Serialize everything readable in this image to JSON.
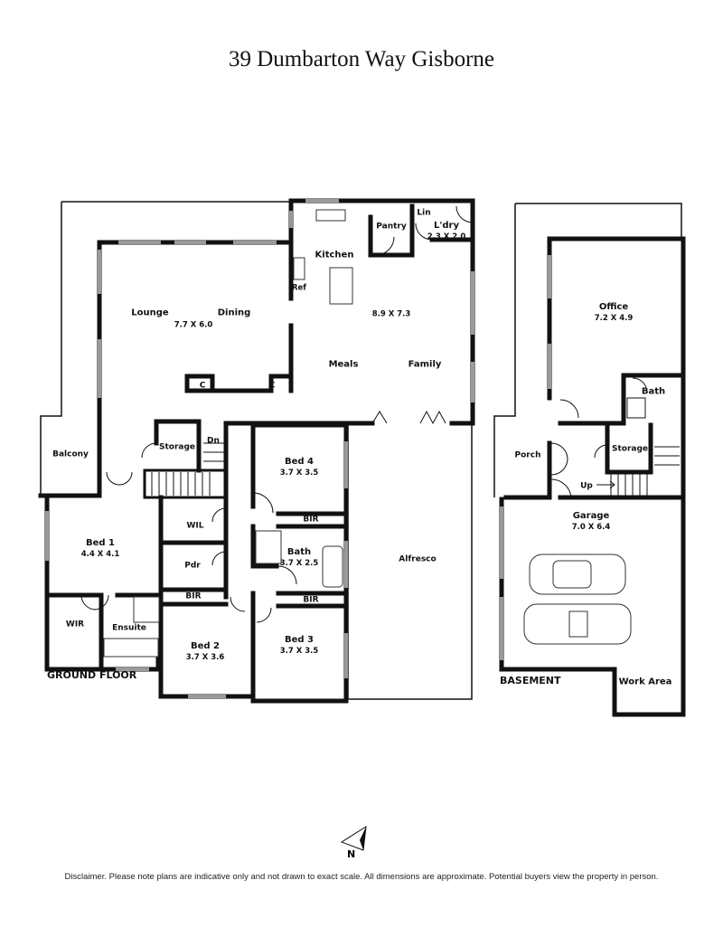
{
  "title": "39 Dumbarton Way Gisborne",
  "floors": {
    "ground": {
      "label": "GROUND FLOOR",
      "rooms": {
        "kitchen": {
          "name": "Kitchen"
        },
        "pantry": {
          "name": "Pantry"
        },
        "lin": {
          "name": "Lin"
        },
        "laundry": {
          "name": "L'dry",
          "dim": "2.3 X 2.0"
        },
        "ref": {
          "name": "Ref"
        },
        "lounge": {
          "name": "Lounge"
        },
        "dining": {
          "name": "Dining"
        },
        "lounge_dining_dim": "7.7 X 6.0",
        "family_dim": "8.9 X 7.3",
        "meals": {
          "name": "Meals"
        },
        "family": {
          "name": "Family"
        },
        "closet_left": {
          "name": "C"
        },
        "closet_right": {
          "name": "C"
        },
        "balcony": {
          "name": "Balcony"
        },
        "storage": {
          "name": "Storage"
        },
        "stairs_down": {
          "name": "Dn"
        },
        "bed4": {
          "name": "Bed 4",
          "dim": "3.7 X 3.5"
        },
        "bir_bed4": {
          "name": "BIR"
        },
        "wil": {
          "name": "WIL"
        },
        "bed1": {
          "name": "Bed 1",
          "dim": "4.4 X 4.1"
        },
        "pdr": {
          "name": "Pdr"
        },
        "bath": {
          "name": "Bath",
          "dim": "3.7 X 2.5"
        },
        "bir_bed2": {
          "name": "BIR"
        },
        "bir_bed3": {
          "name": "BIR"
        },
        "alfresco": {
          "name": "Alfresco"
        },
        "wir": {
          "name": "WIR"
        },
        "ensuite": {
          "name": "Ensuite"
        },
        "bed2": {
          "name": "Bed 2",
          "dim": "3.7 X 3.6"
        },
        "bed3": {
          "name": "Bed 3",
          "dim": "3.7 X 3.5"
        }
      }
    },
    "basement": {
      "label": "BASEMENT",
      "rooms": {
        "office": {
          "name": "Office",
          "dim": "7.2 X 4.9"
        },
        "bath": {
          "name": "Bath"
        },
        "porch": {
          "name": "Porch"
        },
        "storage": {
          "name": "Storage"
        },
        "stairs_up": {
          "name": "Up"
        },
        "garage": {
          "name": "Garage",
          "dim": "7.0 X 6.4"
        },
        "work_area": {
          "name": "Work Area"
        }
      }
    }
  },
  "north_arrow": {
    "label": "N"
  },
  "disclaimer": "Disclaimer. Please note plans are indicative only and not drawn to exact scale. All dimensions are approximate. Potential buyers view the property in person.",
  "colors": {
    "wall": "#111111",
    "window": "#9a9a9a",
    "background": "#ffffff"
  }
}
